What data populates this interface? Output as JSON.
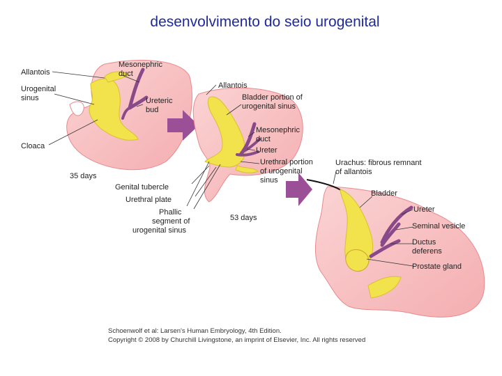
{
  "title": "desenvolvimento do seio urogenital",
  "colors": {
    "tissue": "#f7c0c1",
    "tissue_edge": "#e9898d",
    "epithelium": "#f2e24b",
    "duct": "#8a4a8a",
    "arrow": "#9b4f96",
    "title_text": "#1e2a9a"
  },
  "stage1": {
    "labels": {
      "allantois": "Allantois",
      "mesonephric_duct_1": "Mesonephric",
      "mesonephric_duct_2": "duct",
      "urogenital_sinus_1": "Urogenital",
      "urogenital_sinus_2": "sinus",
      "ureteric_bud_1": "Ureteric",
      "ureteric_bud_2": "bud",
      "cloaca": "Cloaca",
      "age": "35 days"
    }
  },
  "stage2": {
    "labels": {
      "allantois": "Allantois",
      "bladder_portion_1": "Bladder portion of",
      "bladder_portion_2": "urogenital sinus",
      "mesonephric_duct_1": "Mesonephric",
      "mesonephric_duct_2": "duct",
      "ureter": "Ureter",
      "urethral_portion_1": "Urethral portion",
      "urethral_portion_2": "of urogenital",
      "urethral_portion_3": "sinus",
      "genital_tubercle": "Genital tubercle",
      "urethral_plate": "Urethral plate",
      "phallic_1": "Phallic",
      "phallic_2": "segment of",
      "phallic_3": "urogenital sinus",
      "age": "53 days"
    }
  },
  "stage3": {
    "labels": {
      "urachus_1": "Urachus: fibrous remnant",
      "urachus_2": "of allantois",
      "bladder": "Bladder",
      "ureter": "Ureter",
      "seminal_vesicle": "Seminal vesicle",
      "ductus_deferens_1": "Ductus",
      "ductus_deferens_2": "deferens",
      "prostate_gland": "Prostate gland"
    }
  },
  "credit": {
    "line1": "Schoenwolf et al: Larsen's Human Embryology, 4th Edition.",
    "line2": "Copyright © 2008 by Churchill Livingstone, an imprint of Elsevier, Inc. All rights reserved"
  }
}
